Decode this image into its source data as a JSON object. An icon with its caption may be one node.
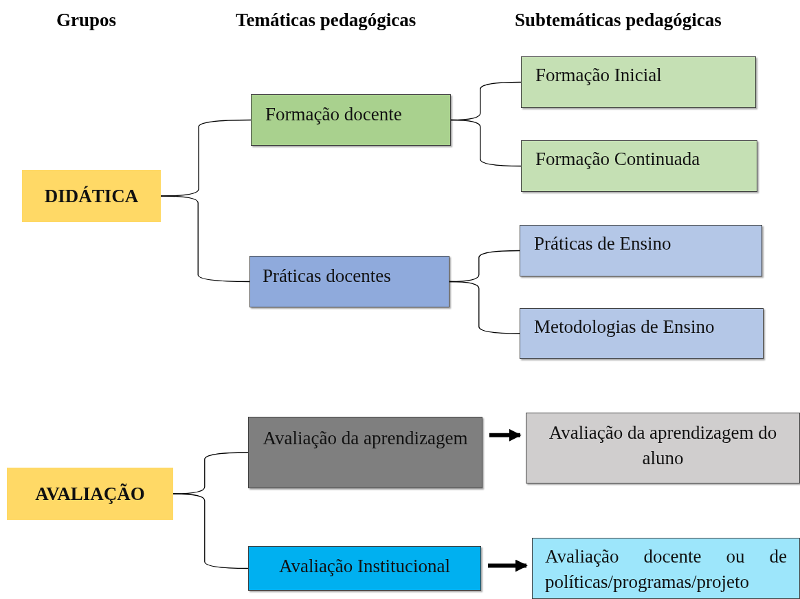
{
  "diagram": {
    "nodes": [
      {
        "text": [
          "DIDÁTICA"
        ]
      },
      {
        "text": [
          "Formação docente"
        ]
      },
      {
        "text": [
          "Práticas docentes"
        ]
      },
      {
        "text": [
          "Formação Inicial"
        ]
      },
      {
        "text": [
          "Formação Continuada"
        ]
      },
      {
        "text": [
          "Práticas de Ensino"
        ]
      },
      {
        "text": [
          "Metodologias de Ensino"
        ]
      },
      {
        "text": [
          "AVALIAÇÃO"
        ]
      },
      {
        "text": [
          "Avaliação da aprendizagem"
        ]
      },
      {
        "text": [
          "Avaliação Institucional"
        ]
      },
      {
        "text": [
          "Avaliação da aprendizagem do aluno"
        ]
      },
      {
        "text": [
          "Avaliação docente ou de políticas/programas/projeto"
        ]
      }
    ],
    "edges": [
      {
        "from": 0,
        "to": 1,
        "arrow": "none"
      },
      {
        "from": 0,
        "to": 2,
        "arrow": "none"
      },
      {
        "from": 1,
        "to": 3,
        "arrow": "none"
      },
      {
        "from": 1,
        "to": 4,
        "arrow": "none"
      },
      {
        "from": 2,
        "to": 5,
        "arrow": "none"
      },
      {
        "from": 2,
        "to": 6,
        "arrow": "none"
      },
      {
        "from": 7,
        "to": 8,
        "arrow": "none"
      },
      {
        "from": 7,
        "to": 9,
        "arrow": "none"
      },
      {
        "from": 8,
        "to": 10,
        "arrow": "to",
        "style": "thick"
      },
      {
        "from": 9,
        "to": 11,
        "arrow": "to",
        "style": "thick"
      }
    ],
    "labels": [
      "Grupos",
      "Temáticas pedagógicas",
      "Subtemáticas pedagógicas"
    ]
  }
}
